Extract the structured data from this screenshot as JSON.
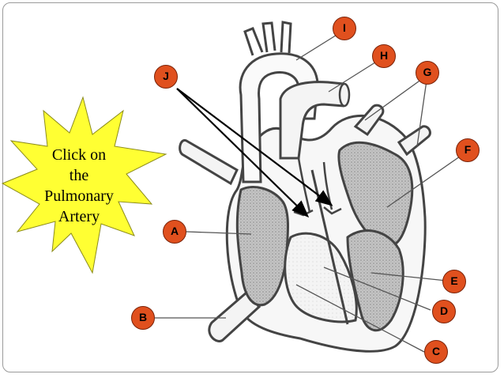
{
  "prompt": {
    "lines": [
      "Click on",
      "the",
      "Pulmonary",
      "Artery"
    ]
  },
  "labels": {
    "A": "A",
    "B": "B",
    "C": "C",
    "D": "D",
    "E": "E",
    "F": "F",
    "G": "G",
    "H": "H",
    "I": "I",
    "J": "J"
  },
  "colors": {
    "label_fill": "#e0501e",
    "star_fill": "#ffff33",
    "chamber_fill": "#b8b8b8",
    "outline": "#555555"
  }
}
